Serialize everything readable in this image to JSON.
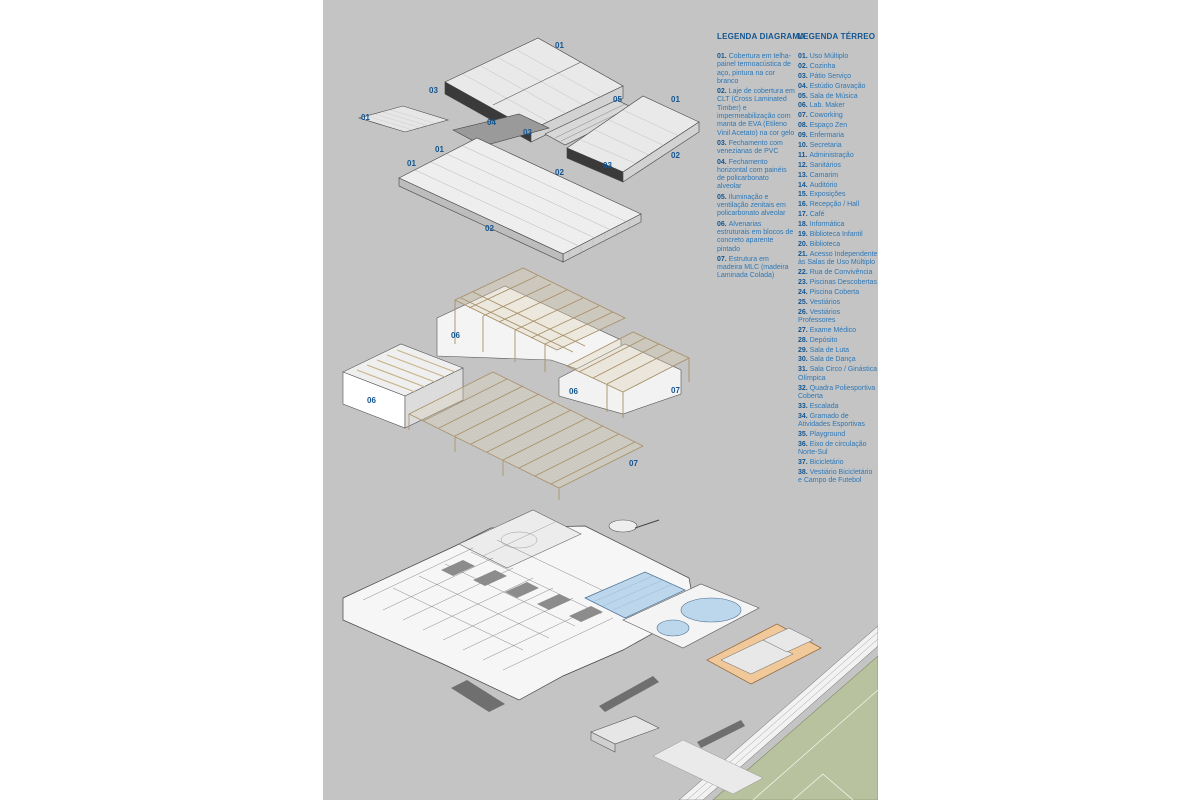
{
  "legend_diagram": {
    "title": "LEGENDA DIAGRAMA",
    "items": [
      {
        "num": "01.",
        "text": "Cobertura em telha-painel termoacústica de aço, pintura na cor branco"
      },
      {
        "num": "02.",
        "text": "Laje de cobertura em CLT (Cross Laminated Timber) e impermeabilização com manta de EVA (Etileno Vinil Acetato) na cor gelo"
      },
      {
        "num": "03.",
        "text": "Fechamento com venezianas de PVC"
      },
      {
        "num": "04.",
        "text": "Fechamento horizontal com painéis de policarbonato alveolar"
      },
      {
        "num": "05.",
        "text": "Iluminação e ventilação zenitais em policarbonato alveolar"
      },
      {
        "num": "06.",
        "text": "Alvenarias estruturais em blocos de concreto aparente pintado"
      },
      {
        "num": "07.",
        "text": "Estrutura em madeira MLC (madeira Laminada Colada)"
      }
    ]
  },
  "legend_terreo": {
    "title": "LEGENDA TÉRREO",
    "items": [
      {
        "num": "01.",
        "text": "Uso Múltiplo"
      },
      {
        "num": "02.",
        "text": "Cozinha"
      },
      {
        "num": "03.",
        "text": "Pátio Serviço"
      },
      {
        "num": "04.",
        "text": "Estúdio Gravação"
      },
      {
        "num": "05.",
        "text": "Sala de Música"
      },
      {
        "num": "06.",
        "text": "Lab. Maker"
      },
      {
        "num": "07.",
        "text": "Coworking"
      },
      {
        "num": "08.",
        "text": "Espaço Zen"
      },
      {
        "num": "09.",
        "text": "Enfermaria"
      },
      {
        "num": "10.",
        "text": "Secretaria"
      },
      {
        "num": "11.",
        "text": "Administração"
      },
      {
        "num": "12.",
        "text": "Sanitários"
      },
      {
        "num": "13.",
        "text": "Camarim"
      },
      {
        "num": "14.",
        "text": "Auditório"
      },
      {
        "num": "15.",
        "text": "Exposições"
      },
      {
        "num": "16.",
        "text": "Recepção / Hall"
      },
      {
        "num": "17.",
        "text": "Café"
      },
      {
        "num": "18.",
        "text": "Informática"
      },
      {
        "num": "19.",
        "text": "Biblioteca Infantil"
      },
      {
        "num": "20.",
        "text": "Biblioteca"
      },
      {
        "num": "21.",
        "text": "Acesso Independente às Salas de Uso Múltiplo"
      },
      {
        "num": "22.",
        "text": "Rua de Convivência"
      },
      {
        "num": "23.",
        "text": "Piscinas Descobertas"
      },
      {
        "num": "24.",
        "text": "Piscina Coberta"
      },
      {
        "num": "25.",
        "text": "Vestiários"
      },
      {
        "num": "26.",
        "text": "Vestiários Professores"
      },
      {
        "num": "27.",
        "text": "Exame Médico"
      },
      {
        "num": "28.",
        "text": "Depósito"
      },
      {
        "num": "29.",
        "text": "Sala de Luta"
      },
      {
        "num": "30.",
        "text": "Sala de Dança"
      },
      {
        "num": "31.",
        "text": "Sala Circo / Ginástica Olímpica"
      },
      {
        "num": "32.",
        "text": "Quadra Poliesportiva Coberta"
      },
      {
        "num": "33.",
        "text": "Escalada"
      },
      {
        "num": "34.",
        "text": "Gramado de Atividades Esportivas"
      },
      {
        "num": "35.",
        "text": "Playground"
      },
      {
        "num": "36.",
        "text": "Eixo de circulação Norte-Sul"
      },
      {
        "num": "37.",
        "text": "Bicicletário"
      },
      {
        "num": "38.",
        "text": "Vestiário Bicicletário e Campo de Futebol"
      }
    ]
  },
  "callouts": {
    "roof_01": "01",
    "roof_01_b": "01",
    "roof_01_c": "01",
    "roof_01_d": "01",
    "roof_01_e": "01",
    "roof_02_a": "02",
    "roof_02_b": "02",
    "roof_02_c": "02",
    "roof_03_a": "03",
    "roof_03_b": "03",
    "roof_03_c": "03",
    "roof_04": "04",
    "roof_05": "05",
    "walls_06_a": "06",
    "walls_06_b": "06",
    "walls_06_c": "06",
    "struct_07_a": "07",
    "struct_07_b": "07"
  },
  "colors": {
    "sheet_bg": "#c4c4c4",
    "legend_heading": "#14558f",
    "legend_text": "#2d78b7",
    "pool_water": "#bcd6ec",
    "wood": "#c8b48c",
    "field_green": "#b9c29e",
    "track": "#f0c89a"
  }
}
